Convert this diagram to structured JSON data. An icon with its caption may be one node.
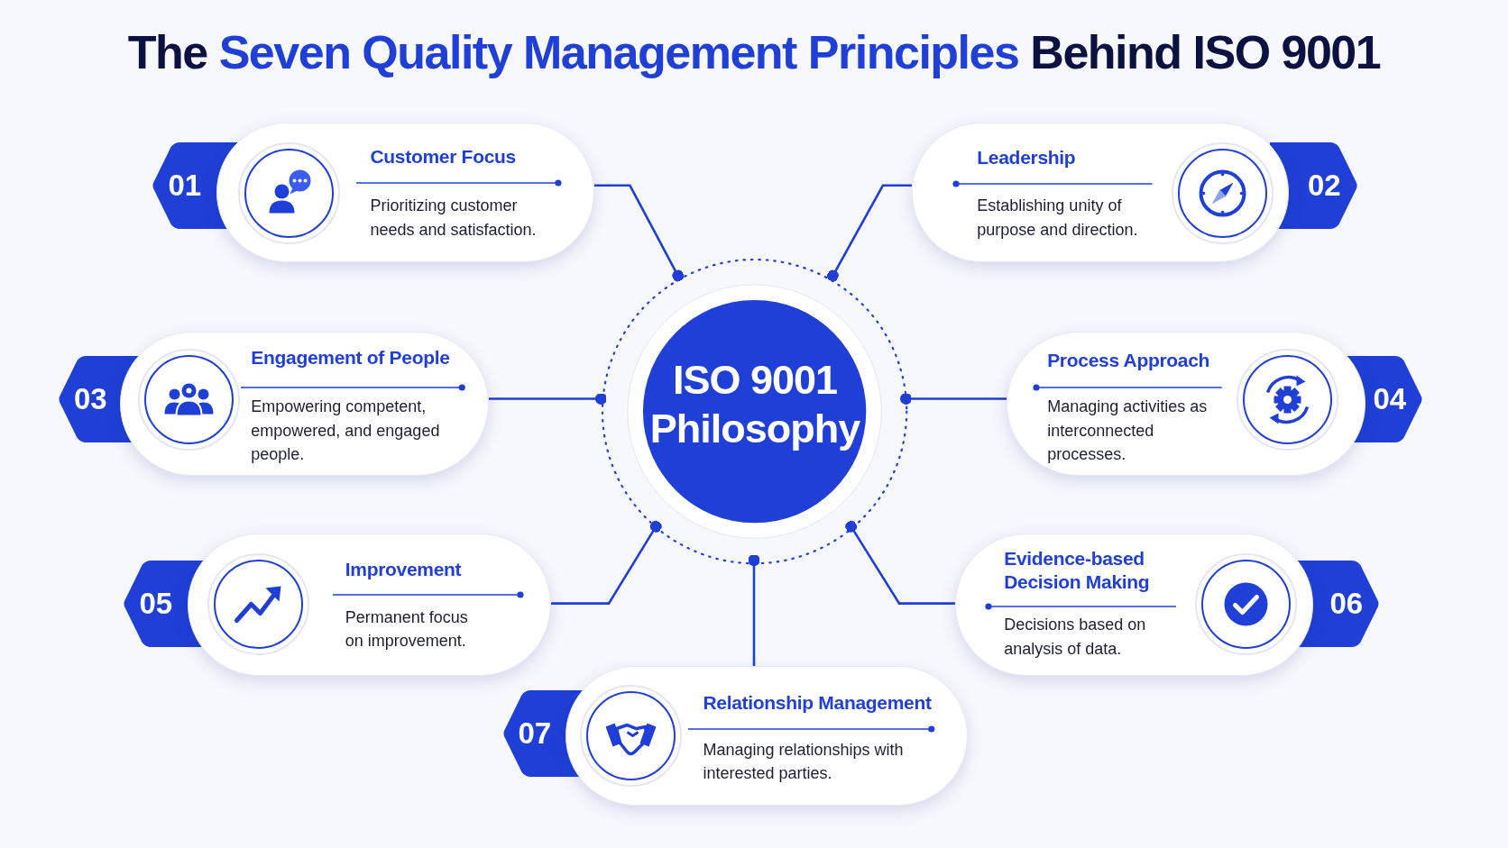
{
  "diagram": {
    "title": "The **Seven Quality Management Principles** Behind ISO 9001",
    "nodes": [
      {
        "text": [
          "ISO 9001 Philosophy"
        ]
      },
      {
        "text": [
          "Customer Focus",
          "Prioritizing customer needs and satisfaction."
        ],
        "beside": [
          "01"
        ]
      },
      {
        "text": [
          "Leadership",
          "Establishing unity of purpose and direction."
        ],
        "beside": [
          "02"
        ]
      },
      {
        "text": [
          "Engagement of People",
          "Empowering competent, empowered, and engaged people."
        ],
        "beside": [
          "03"
        ]
      },
      {
        "text": [
          "Process Approach",
          "Managing activities as interconnected processes."
        ],
        "beside": [
          "04"
        ]
      },
      {
        "text": [
          "Improvement",
          "Permanent focus on improvement."
        ],
        "beside": [
          "05"
        ]
      },
      {
        "text": [
          "Evidence-based Decision Making",
          "Decisions based on analysis of data."
        ],
        "beside": [
          "06"
        ]
      },
      {
        "text": [
          "Relationship Management",
          "Managing relationships with interested parties."
        ],
        "beside": [
          "07"
        ]
      }
    ],
    "edges": [
      {
        "from": 0,
        "to": 1,
        "arrow": "other"
      },
      {
        "from": 0,
        "to": 2,
        "arrow": "other"
      },
      {
        "from": 0,
        "to": 3,
        "arrow": "other"
      },
      {
        "from": 0,
        "to": 4,
        "arrow": "other"
      },
      {
        "from": 0,
        "to": 5,
        "arrow": "other"
      },
      {
        "from": 0,
        "to": 6,
        "arrow": "other"
      },
      {
        "from": 0,
        "to": 7,
        "arrow": "other"
      }
    ]
  }
}
